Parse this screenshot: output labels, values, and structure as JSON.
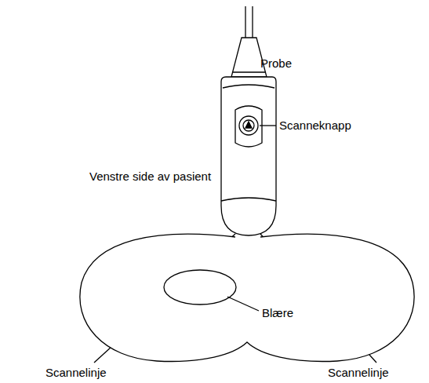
{
  "diagram": {
    "labels": [
      "Probe",
      "Scanneknapp",
      "Venstre side av pasient",
      "Blære",
      "Scannelinje",
      "Scannelinje"
    ]
  }
}
